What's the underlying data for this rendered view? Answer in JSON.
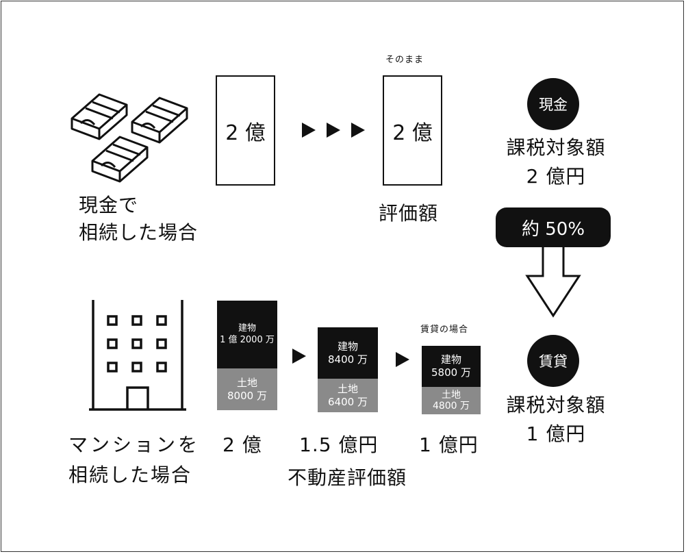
{
  "cash": {
    "caption_line1": "現金で",
    "caption_line2": "相続した場合",
    "amount_box": "2 億",
    "note_above": "そのまま",
    "eval_box": "2 億",
    "eval_label": "評価額",
    "badge": "現金",
    "tax_label": "課税対象額",
    "tax_value": "2 億円"
  },
  "reduction_badge": "約 50%",
  "mansion": {
    "caption_line1": "マンションを",
    "caption_line2": "相続した場合",
    "bar1": {
      "building_label": "建物",
      "building_value": "1 億 2000 万",
      "land_label": "土地",
      "land_value": "8000 万",
      "total": "2 億"
    },
    "bar2": {
      "building_label": "建物",
      "building_value": "8400 万",
      "land_label": "土地",
      "land_value": "6400 万",
      "total": "1.5 億円"
    },
    "rental_note": "賃貸の場合",
    "bar3": {
      "building_label": "建物",
      "building_value": "5800 万",
      "land_label": "土地",
      "land_value": "4800 万",
      "total": "1 億円"
    },
    "eval_label": "不動産評価額",
    "badge": "賃貸",
    "tax_label": "課税対象額",
    "tax_value": "1 億円"
  },
  "icons": [
    "money-bundle-icon",
    "building-icon",
    "play-arrow-icon",
    "down-arrow-icon"
  ],
  "colors": {
    "black": "#111111",
    "gray": "#8a8a8a",
    "white": "#ffffff"
  }
}
